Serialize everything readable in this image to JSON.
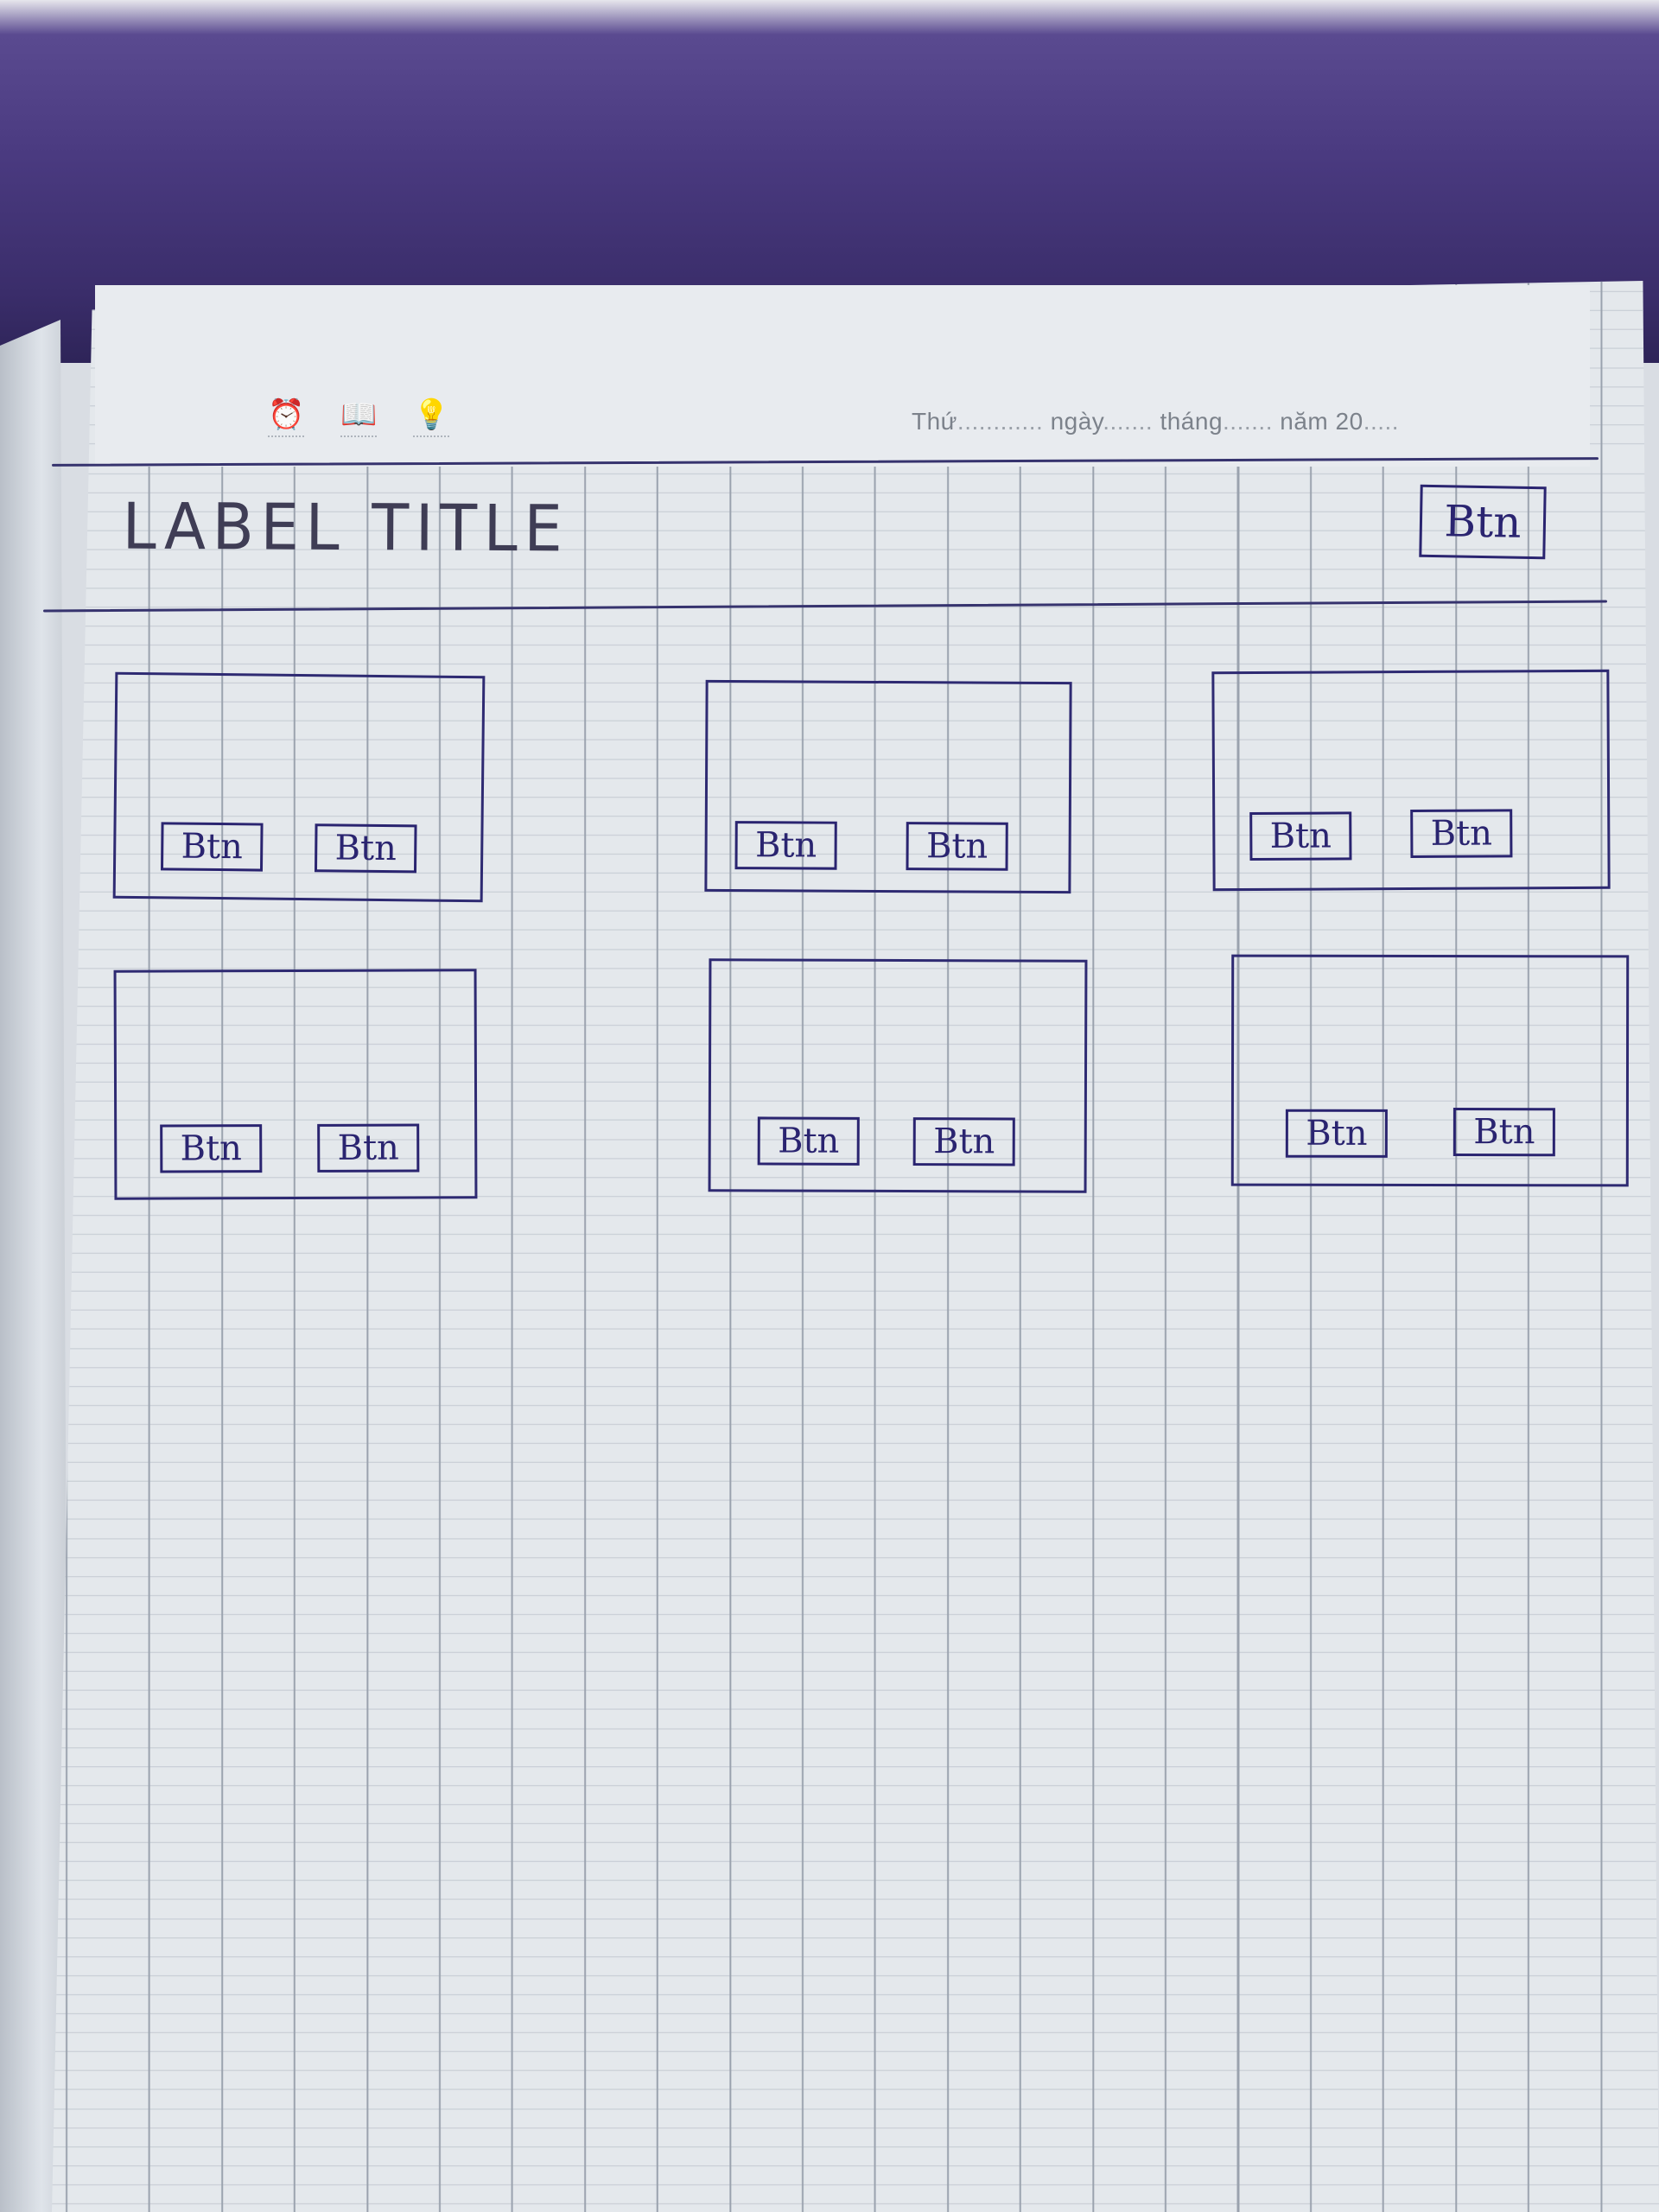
{
  "notebook": {
    "strip_icons": [
      "clock-icon",
      "book-icon",
      "lightbulb-icon"
    ],
    "date_line": {
      "thu": "Thứ",
      "ngay": "ngày",
      "thang": "tháng",
      "nam": "năm 20"
    }
  },
  "header": {
    "title": "LABEL TITLE",
    "button_label": "Btn"
  },
  "cards": [
    {
      "buttons": [
        "Btn",
        "Btn"
      ]
    },
    {
      "buttons": [
        "Btn",
        "Btn"
      ]
    },
    {
      "buttons": [
        "Btn",
        "Btn"
      ]
    },
    {
      "buttons": [
        "Btn",
        "Btn"
      ]
    },
    {
      "buttons": [
        "Btn",
        "Btn"
      ]
    },
    {
      "buttons": [
        "Btn",
        "Btn"
      ]
    }
  ],
  "colors": {
    "ink": "#2a2470",
    "backdrop": "#4a3a80",
    "paper": "#e4e8ec",
    "grid": "#9aa2ae"
  }
}
